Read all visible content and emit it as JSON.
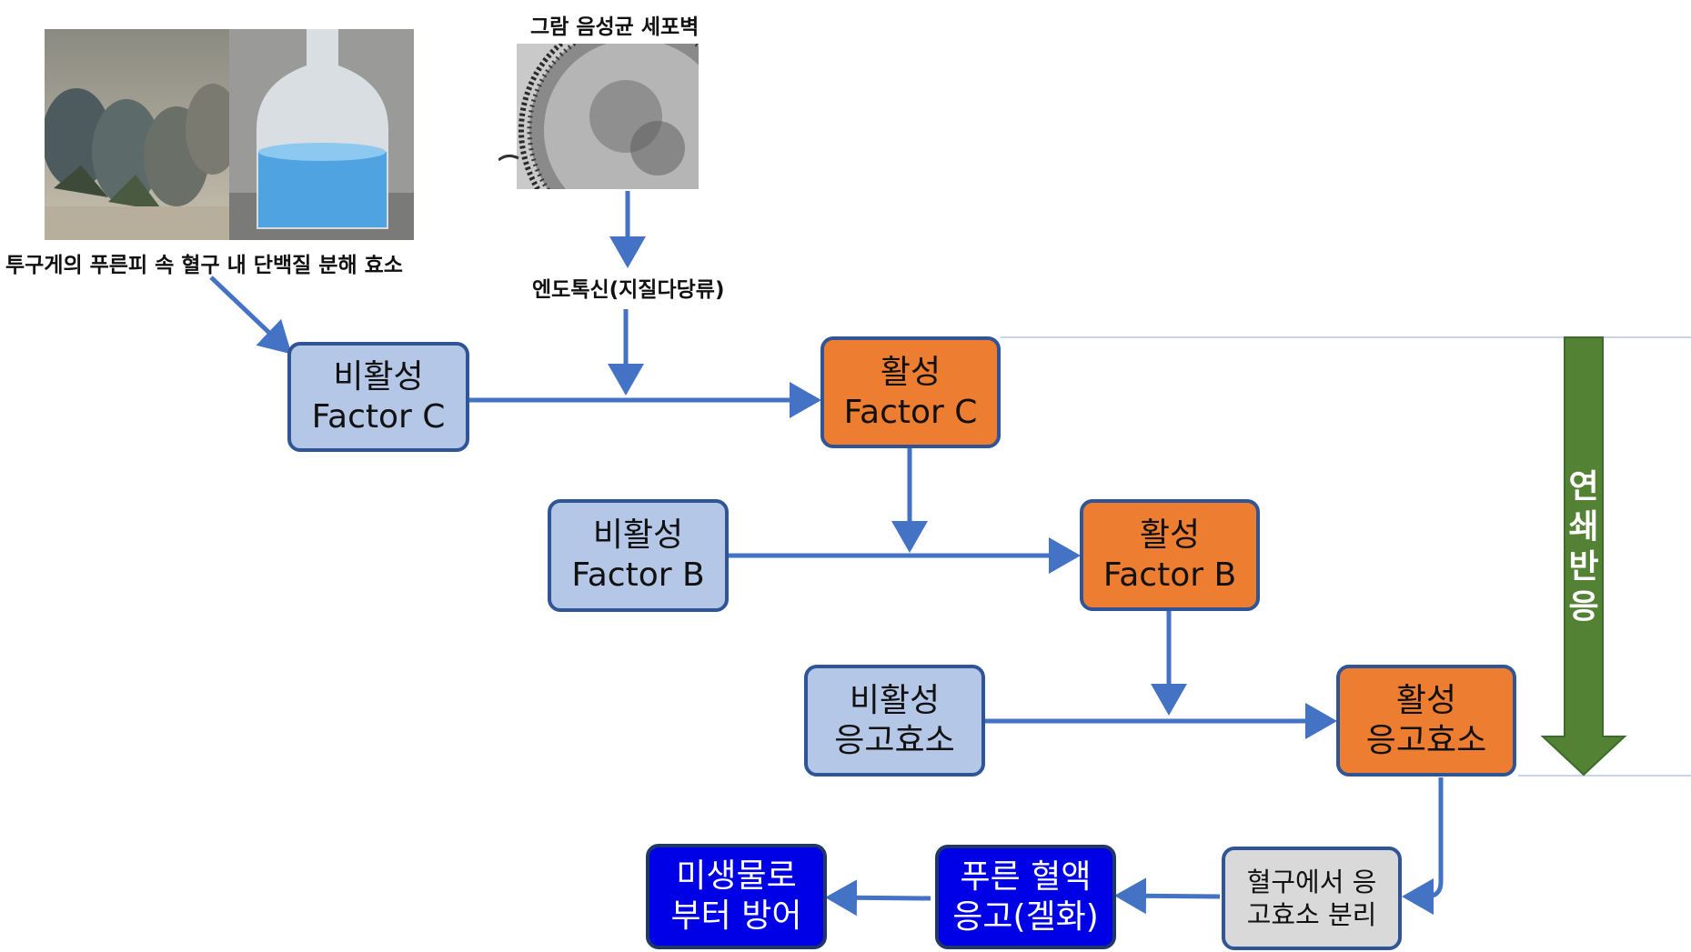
{
  "labels": {
    "horseshoe_caption": "투구게의 푸른피 속 혈구 내 단백질 분해 효소",
    "cellwall_caption": "그람 음성균 세포벽",
    "endotoxin_caption": "엔도톡신(지질다당류)"
  },
  "boxes": {
    "inactive_c": {
      "line1": "비활성",
      "line2": "Factor C"
    },
    "active_c": {
      "line1": "활성",
      "line2": "Factor C"
    },
    "inactive_b": {
      "line1": "비활성",
      "line2": "Factor B"
    },
    "active_b": {
      "line1": "활성",
      "line2": "Factor B"
    },
    "inactive_clot": {
      "line1": "비활성",
      "line2": "응고효소"
    },
    "active_clot": {
      "line1": "활성",
      "line2": "응고효소"
    },
    "separation": {
      "line1": "혈구에서 응",
      "line2": "고효소 분리"
    },
    "gelation": {
      "line1": "푸른 혈액",
      "line2": "응고(겔화)"
    },
    "defense": {
      "line1": "미생물로",
      "line2": "부터 방어"
    }
  },
  "cascade_label": [
    "연",
    "쇄",
    "반",
    "응"
  ],
  "colors": {
    "inactive": "#b4c7e7",
    "active": "#ed7d31",
    "border": "#2f5597",
    "arrow": "#4472c4",
    "cascade": "#548235",
    "result": "#0000e6",
    "separation": "#d9d9d9"
  }
}
